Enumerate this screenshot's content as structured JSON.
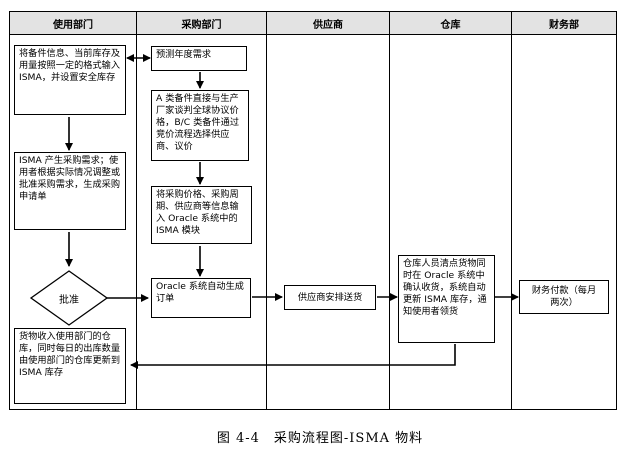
{
  "lanes": [
    "使用部门",
    "采购部门",
    "供应商",
    "仓库",
    "财务部"
  ],
  "nodes": {
    "input_isma": "将备件信息、当前库存及用量按照一定的格式输入 ISMA，并设置安全库存",
    "forecast": "预测年度需求",
    "negotiate": "A 类备件直接与生产厂家谈判全球协议价格，B/C 类备件通过竞价流程选择供应商、议价",
    "enter_info": "将采购价格、采购周期、供应商等信息输入 Oracle 系统中的 ISMA 模块",
    "isma_demand": "ISMA 产生采购需求；使用者根据实际情况调整或批准采购需求，生成采购申请单",
    "approve": "批准",
    "oracle_order": "Oracle 系统自动生成订单",
    "supplier_ship": "供应商安排送货",
    "warehouse": "仓库人员清点货物同时在 Oracle 系统中确认收货，系统自动更新 ISMA 库存，通知使用者领货",
    "payment": "财务付款（每月两次）",
    "receive": "货物收入使用部门的仓库，同时每日的出库数量由使用部门的仓库更新到 ISMA 库存"
  },
  "caption": "图 4-4　采购流程图-ISMA 物料"
}
